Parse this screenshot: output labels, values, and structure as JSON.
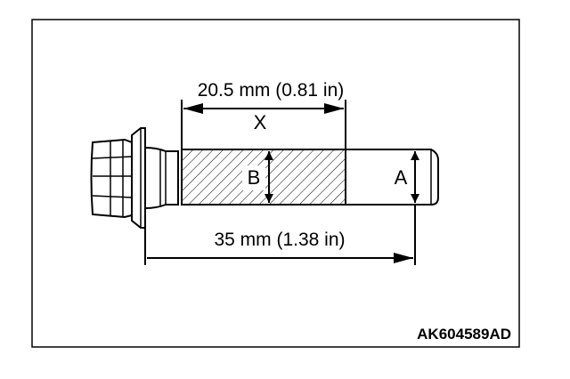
{
  "dimensions": {
    "thread_length": "20.5 mm (0.81 in)",
    "overall_length": "35 mm (1.38 in)"
  },
  "labels": {
    "x": "X",
    "a": "A",
    "b": "B"
  },
  "figure_code": "AK604589AD"
}
